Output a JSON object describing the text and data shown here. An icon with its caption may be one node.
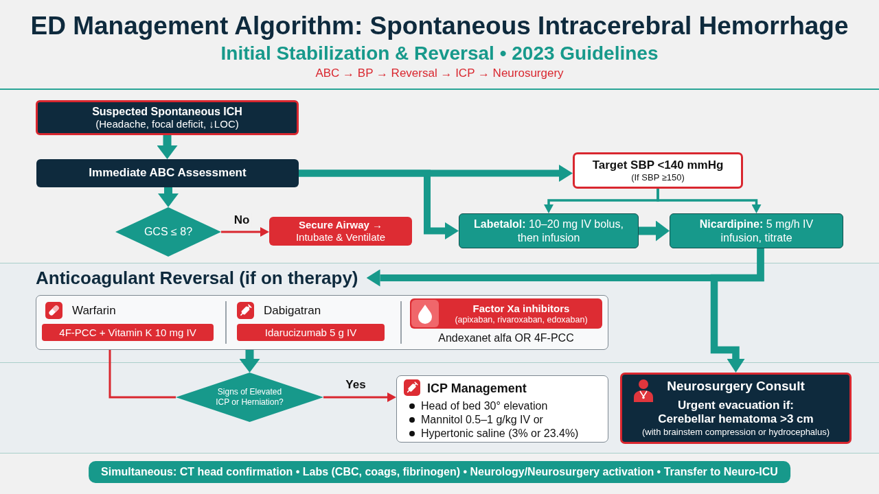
{
  "diagram": {
    "title": "ED Management Algorithm: Spontaneous Intracerebral Hemorrhage",
    "nodes": [
      {
        "text": [
          "Suspected Spontaneous ICH",
          "(Headache, focal deficit, ↓LOC)"
        ]
      },
      {
        "text": [
          "Immediate ABC Assessment"
        ]
      },
      {
        "text": [
          "GCS ≤ 8?"
        ]
      },
      {
        "text": [
          "Secure Airway →",
          "Intubate & Ventilate"
        ]
      },
      {
        "text": [
          "Target SBP <140 mmHg",
          "(If SBP ≥150)"
        ]
      },
      {
        "text": [
          "**Labetalol:** 10–20 mg IV bolus, then infusion"
        ]
      },
      {
        "text": [
          "**Nicardipine:** 5 mg/h IV infusion, titrate"
        ]
      },
      {
        "text": [
          "Anticoagulant Reversal (if on therapy)"
        ]
      },
      {
        "text": [],
        "shape": "box"
      },
      {
        "text": [
          "4F-PCC + Vitamin K 10 mg IV"
        ],
        "beside": [
          "Warfarin"
        ],
        "in": 8
      },
      {
        "text": [
          "Idarucizumab 5 g IV"
        ],
        "beside": [
          "Dabigatran"
        ],
        "in": 8
      },
      {
        "text": [
          "Factor Xa inhibitors",
          "(apixaban, rivaroxaban, edoxaban)"
        ],
        "beside": [
          "Andexanet alfa OR 4F-PCC"
        ],
        "in": 8
      },
      {
        "text": [
          "Signs of Elevated ICP or Herniation?"
        ]
      },
      {
        "text": [
          "ICP Management",
          "Head of bed 30° elevation",
          "Mannitol 0.5–1 g/kg IV or",
          "Hypertonic saline (3% or 23.4%)"
        ]
      },
      {
        "text": [
          "Neurosurgery Consult",
          "Urgent evacuation if:",
          "Cerebellar hematoma >3 cm",
          "(with brainstem compression or hydrocephalus)"
        ]
      },
      {
        "text": [
          "Simultaneous: CT head confirmation • Labs (CBC, coags, fibrinogen) • Neurology/Neurosurgery activation • Transfer to Neuro-ICU"
        ]
      }
    ],
    "edges": [
      {
        "from": 0,
        "to": 1,
        "arrow": "to"
      },
      {
        "from": 1,
        "to": 2,
        "arrow": "to"
      },
      {
        "from": 2,
        "to": 3,
        "arrow": "to",
        "label": "No",
        "color": "#d9272f"
      },
      {
        "from": 1,
        "to": 4,
        "arrow": "to"
      },
      {
        "from": 1,
        "to": 5,
        "arrow": "to"
      },
      {
        "from": 4,
        "to": 5,
        "arrow": "to"
      },
      {
        "from": 4,
        "to": 6,
        "arrow": "to"
      },
      {
        "from": 5,
        "to": 6,
        "arrow": "to"
      },
      {
        "from": 6,
        "to": 7,
        "arrow": "to"
      },
      {
        "from": 6,
        "to": 14,
        "arrow": "to"
      },
      {
        "from": 8,
        "to": 12,
        "arrow": "to"
      },
      {
        "from": 8,
        "to": 12,
        "arrow": "none",
        "color": "#d9272f"
      },
      {
        "from": 12,
        "to": 13,
        "arrow": "to",
        "label": "Yes",
        "color": "#d9272f"
      }
    ],
    "labels": [
      "Initial Stabilization & Reversal • 2023 Guidelines",
      "ABC → BP → Reversal → ICP → Neurosurgery"
    ]
  }
}
